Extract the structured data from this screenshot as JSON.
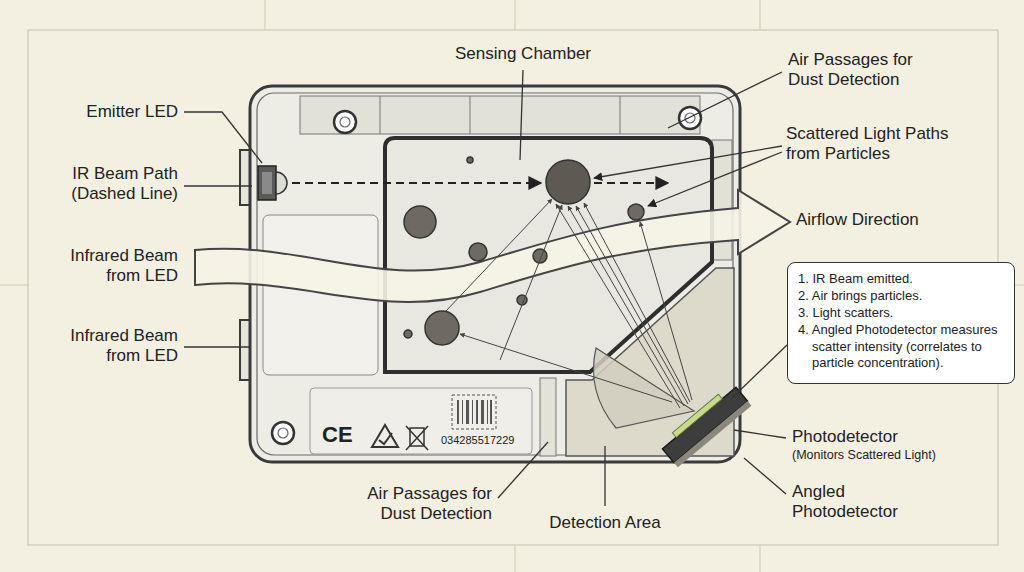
{
  "diagram": {
    "nodes": [
      {
        "text": [
          "1. IR Beam emitted.",
          "2. Air brings particles.",
          "3. Light scatters.",
          "4. Angled Photodetector measures scatter intensity (correlates to particle concentration)."
        ]
      }
    ],
    "labels": [
      "Sensing Chamber",
      "Air Passages for Dust Detection",
      "Emitter LED",
      "Scattered Light Paths from Particles",
      "IR Beam Path (Dashed Line)",
      "Airflow Direction",
      "Infrared Beam from LED",
      "Infrared Beam from LED",
      "Photodetector",
      "(Monitors Scattered Light)",
      "CE",
      "034285517229",
      "Angled Photodetector",
      "Air Passages for Dust Detection",
      "Detection Area"
    ]
  }
}
